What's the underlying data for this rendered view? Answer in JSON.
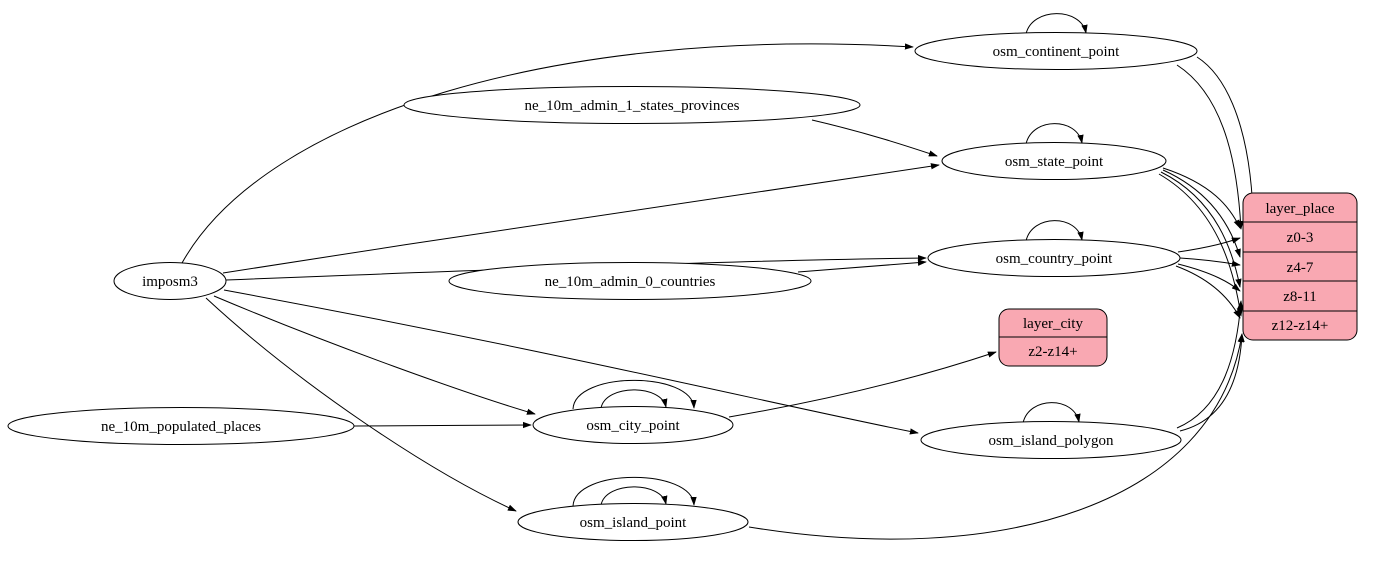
{
  "diagram": {
    "nodes": {
      "imposm3": {
        "label": "imposm3"
      },
      "ne_admin1": {
        "label": "ne_10m_admin_1_states_provinces"
      },
      "ne_admin0": {
        "label": "ne_10m_admin_0_countries"
      },
      "ne_places": {
        "label": "ne_10m_populated_places"
      },
      "continent": {
        "label": "osm_continent_point"
      },
      "state": {
        "label": "osm_state_point"
      },
      "country": {
        "label": "osm_country_point"
      },
      "city": {
        "label": "osm_city_point"
      },
      "island_polygon": {
        "label": "osm_island_polygon"
      },
      "island_point": {
        "label": "osm_island_point"
      }
    },
    "records": {
      "layer_city": {
        "title": "layer_city",
        "rows": [
          "z2-z14+"
        ]
      },
      "layer_place": {
        "title": "layer_place",
        "rows": [
          "z0-3",
          "z4-7",
          "z8-11",
          "z12-z14+"
        ]
      }
    },
    "colors": {
      "record_fill": "#f9a8b2",
      "node_fill": "#ffffff",
      "stroke": "#000000"
    }
  }
}
